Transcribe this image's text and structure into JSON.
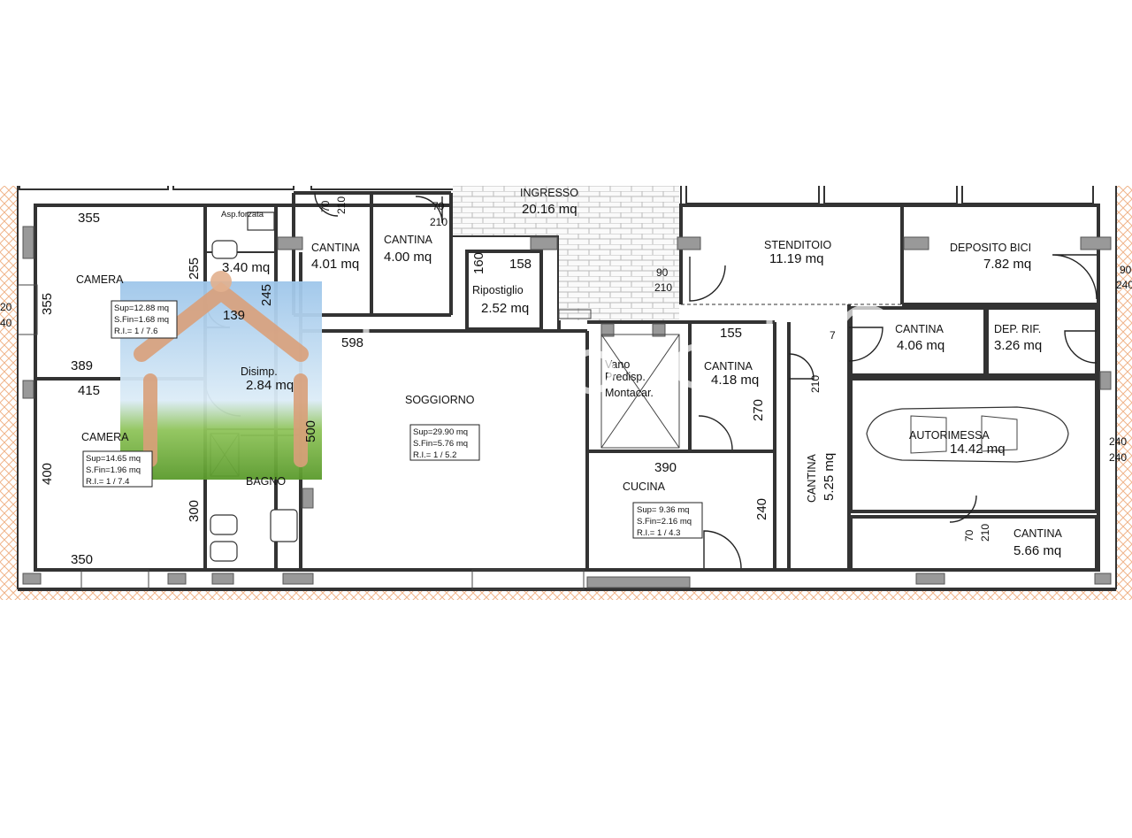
{
  "rooms": {
    "camera1": {
      "name": "CAMERA",
      "d_top": "355",
      "d_side": "355",
      "d_bottom": "389",
      "sup": "Sup=12.88 mq",
      "sfin": "S.Fin=1.68 mq",
      "ri": "R.I.= 1 / 7.6"
    },
    "camera2": {
      "name": "CAMERA",
      "d_top": "415",
      "d_side": "400",
      "d_bottom": "350",
      "sup": "Sup=14.65 mq",
      "sfin": "S.Fin=1.96 mq",
      "ri": "R.I.= 1 / 7.4"
    },
    "wc": {
      "name": "Asp.forzata",
      "area": "3.40 mq",
      "d_side": "255"
    },
    "disimp": {
      "name": "Disimp.",
      "area": "2.84 mq",
      "d_top": "139",
      "d_side": "245"
    },
    "bagno": {
      "name": "BAGNO",
      "d_side": "500",
      "d_side2": "300"
    },
    "cantina1": {
      "name": "CANTINA",
      "area": "4.01 mq"
    },
    "cantina2": {
      "name": "CANTINA",
      "area": "4.00 mq"
    },
    "ingresso": {
      "name": "INGRESSO",
      "area": "20.16 mq"
    },
    "ripostiglio": {
      "name": "Ripostiglio",
      "area": "2.52 mq",
      "d_a": "160",
      "d_b": "158"
    },
    "soggiorno": {
      "name": "SOGGIORNO",
      "d_top": "598",
      "sup": "Sup=29.90 mq",
      "sfin": "S.Fin=5.76 mq",
      "ri": "R.I.= 1 / 5.2"
    },
    "vano": {
      "line1": "Vano",
      "line2": "Predisp.",
      "line3": "Montacar."
    },
    "cantina3": {
      "name": "CANTINA",
      "area": "4.18 mq",
      "d_top": "155",
      "d_side": "270"
    },
    "cucina": {
      "name": "CUCINA",
      "d_top": "390",
      "d_side": "240",
      "sup": "Sup= 9.36 mq",
      "sfin": "S.Fin=2.16 mq",
      "ri": "R.I.= 1 / 4.3"
    },
    "stenditoio": {
      "name": "STENDITOIO",
      "area": "11.19 mq"
    },
    "deposito_bici": {
      "name": "DEPOSITO BICI",
      "area": "7.82 mq"
    },
    "cantina4": {
      "name": "CANTINA",
      "area": "4.06 mq"
    },
    "dep_rif": {
      "name": "DEP. RIF.",
      "area": "3.26 mq"
    },
    "cantina5": {
      "name": "CANTINA",
      "area": "5.25 mq"
    },
    "autorimessa": {
      "name": "AUTORIMESSA",
      "area": "14.42 mq"
    },
    "cantina6": {
      "name": "CANTINA",
      "area": "5.66 mq"
    }
  },
  "doors": {
    "d70": "70",
    "d210": "210",
    "d90": "90",
    "d240": "240",
    "d20": "20",
    "d40": "40",
    "d7": "7"
  },
  "icons": [
    "house-hands-logo",
    "car-icon"
  ]
}
